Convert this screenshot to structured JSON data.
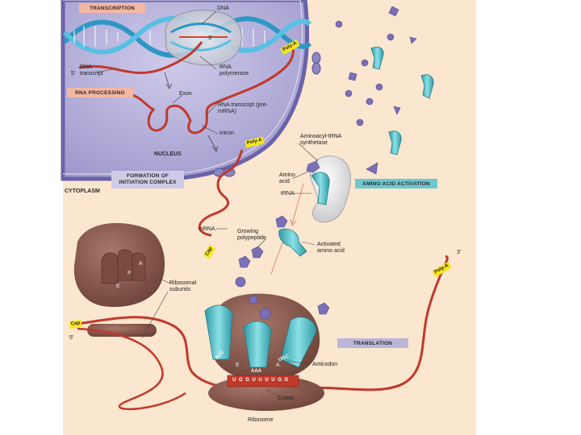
{
  "sections": {
    "transcription": "TRANSCRIPTION",
    "rna_processing": "RNA PROCESSING",
    "formation": "FORMATION OF INITIATION COMPLEX",
    "amino_acid_activation": "AMINO ACID ACTIVATION",
    "translation": "TRANSLATION"
  },
  "regions": {
    "nucleus": "NUCLEUS",
    "cytoplasm": "CYTOPLASM"
  },
  "labels": {
    "dna": "DNA",
    "three_prime_dna": "3'",
    "five_prime_rna": "5'",
    "rna_transcript": "RNA transcript",
    "rna_polymerase": "RNA polymerase",
    "exon": "Exon",
    "pre_mrna": "RNA transcript (pre-mRNA)",
    "intron": "Intron",
    "aminoacyl_trna_synthetase": "Aminoacyl-tRNA synthetase",
    "amino_acid": "Amino acid",
    "trna": "tRNA",
    "mrna": "mRNA",
    "growing_polypeptide": "Growing polypeptide",
    "activated_amino_acid": "Activated amino acid",
    "ribosomal_subunits": "Ribosomal subunits",
    "five_prime_mrna": "5'",
    "three_prime_mrna": "3'",
    "anticodon": "Anticodon",
    "codon": "Codon",
    "ribosome": "Ribosome"
  },
  "tags": {
    "poly_a_1": "Poly-A",
    "poly_a_2": "Poly-A",
    "poly_a_3": "Poly-A",
    "cap_1": "Cap",
    "cap_2": "Cap"
  },
  "sites": {
    "e": "E",
    "p": "P",
    "a": "A",
    "e2": "E",
    "a2": "A"
  },
  "anticodons": {
    "left": "ACC",
    "mid": "AAA",
    "right": "UGC"
  },
  "codons": "UGGUUUUGG",
  "colors": {
    "nucleus": "#b5b0d8",
    "cytoplasm": "#fbe6cf",
    "ribosome": "#8a5a4e",
    "rna": "#c0392b",
    "trna": "#5fc4cc",
    "amino_acid": "#7a70b8",
    "poly_a_tag": "#f5e71e"
  },
  "icons": [
    "dna-helix-icon",
    "rna-polymerase-icon",
    "trna-icon",
    "amino-acid-icon",
    "ribosome-icon",
    "synthetase-icon",
    "nuclear-pore-icon"
  ]
}
